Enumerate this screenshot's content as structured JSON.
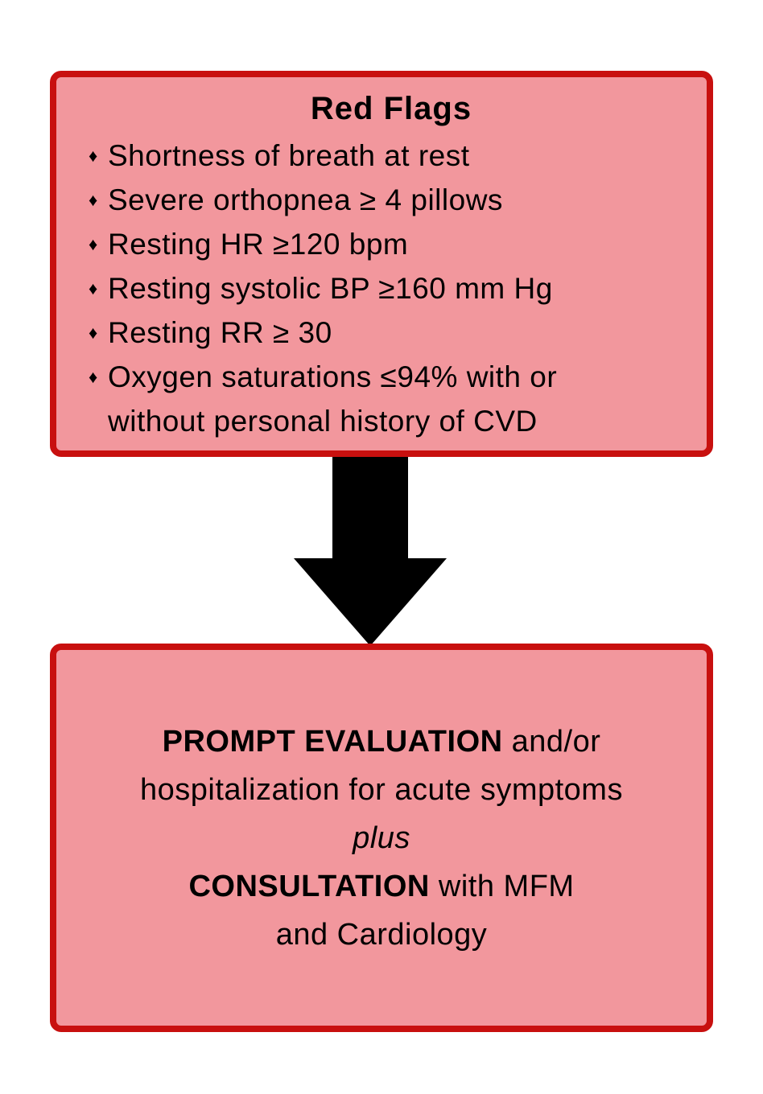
{
  "top_box": {
    "title": "Red Flags",
    "bullets": [
      {
        "marker": "♦",
        "text": "Shortness of breath at rest"
      },
      {
        "marker": "♦",
        "text": "Severe orthopnea ≥ 4 pillows"
      },
      {
        "marker": "♦",
        "text": "Resting HR ≥120 bpm"
      },
      {
        "marker": "♦",
        "text": "Resting systolic BP ≥160 mm Hg"
      },
      {
        "marker": "♦",
        "text": "Resting RR ≥ 30"
      },
      {
        "marker": "♦",
        "text": "Oxygen saturations ≤94% with or\nwithout personal history of CVD"
      }
    ]
  },
  "connector": {
    "type": "block-arrow-down",
    "color": "#000000"
  },
  "bottom_box": {
    "line1_bold": "PROMPT EVALUATION",
    "line1_regular": " and/or",
    "line2": "hospitalization for acute symptoms",
    "line3_italic": "plus",
    "line4_bold": "CONSULTATION",
    "line4_regular": " with MFM",
    "line5": "and Cardiology"
  },
  "colors": {
    "background": "#FFFFFF",
    "box_fill": "#F2979D",
    "box_border": "#C8100F",
    "arrow": "#000000",
    "text": "#000000"
  }
}
